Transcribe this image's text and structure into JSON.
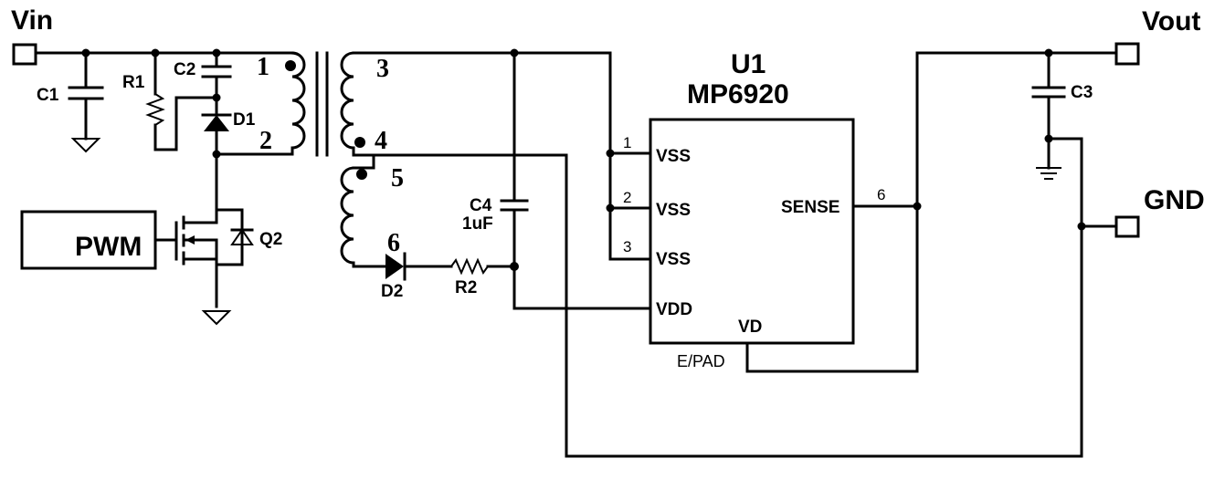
{
  "ports": {
    "vin": "Vin",
    "vout": "Vout",
    "gnd": "GND"
  },
  "chip": {
    "designator": "U1",
    "part": "MP6920",
    "pins": [
      {
        "num": "1",
        "name": "VSS"
      },
      {
        "num": "2",
        "name": "VSS"
      },
      {
        "num": "3",
        "name": "VSS"
      },
      {
        "num": "",
        "name": "VDD"
      },
      {
        "num": "6",
        "name": "SENSE"
      }
    ],
    "vd": "VD",
    "epad": "E/PAD"
  },
  "components": {
    "c1": "C1",
    "r1": "R1",
    "c2": "C2",
    "d1": "D1",
    "c3": "C3",
    "c4": "C4",
    "c4_value": "1uF",
    "d2": "D2",
    "r2": "R2",
    "q2": "Q2",
    "pwm": "PWM"
  },
  "windings": {
    "w1": "1",
    "w2": "2",
    "w3": "3",
    "w4": "4",
    "w5": "5",
    "w6": "6"
  }
}
